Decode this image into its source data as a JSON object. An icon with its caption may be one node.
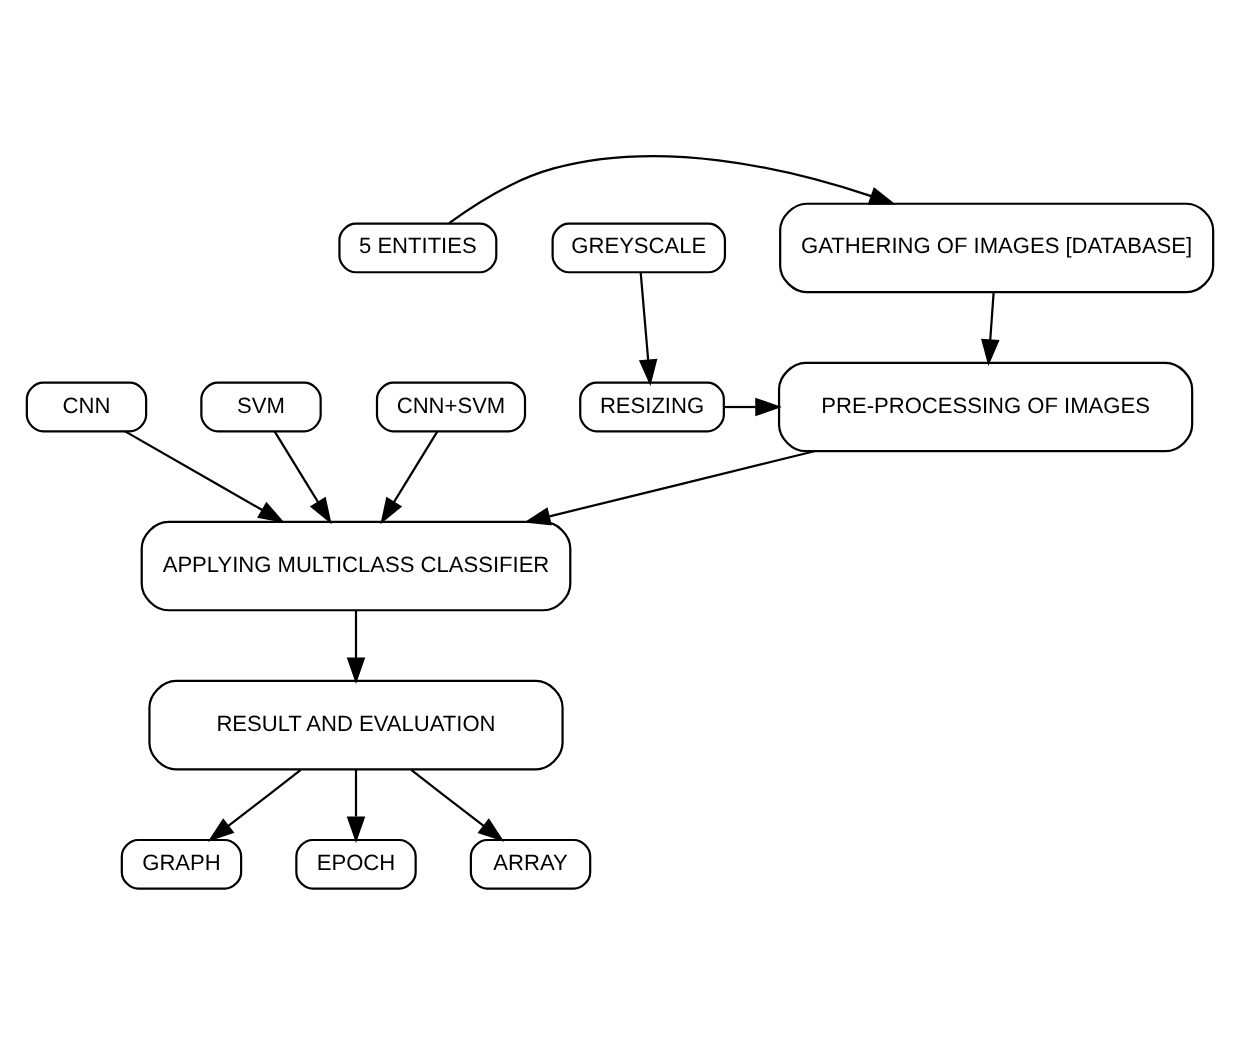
{
  "diagram": {
    "nodes": [
      {
        "text": [
          "5 ENTITIES"
        ]
      },
      {
        "text": [
          "GATHERING OF IMAGES [DATABASE]"
        ]
      },
      {
        "text": [
          "PRE-PROCESSING OF IMAGES"
        ]
      },
      {
        "text": [
          "RESIZING"
        ]
      },
      {
        "text": [
          "GREYSCALE"
        ]
      },
      {
        "text": [
          "CNN"
        ]
      },
      {
        "text": [
          "SVM"
        ]
      },
      {
        "text": [
          "CNN+SVM"
        ]
      },
      {
        "text": [
          "APPLYING MULTICLASS CLASSIFIER"
        ]
      },
      {
        "text": [
          "RESULT AND EVALUATION"
        ]
      },
      {
        "text": [
          "GRAPH"
        ]
      },
      {
        "text": [
          "EPOCH"
        ]
      },
      {
        "text": [
          "ARRAY"
        ]
      }
    ],
    "edges": [
      {
        "from": 0,
        "to": 1,
        "arrow": "to"
      },
      {
        "from": 1,
        "to": 2,
        "arrow": "to"
      },
      {
        "from": 3,
        "to": 2,
        "arrow": "to"
      },
      {
        "from": 4,
        "to": 3,
        "arrow": "to"
      },
      {
        "from": 2,
        "to": 8,
        "arrow": "to"
      },
      {
        "from": 5,
        "to": 8,
        "arrow": "to"
      },
      {
        "from": 6,
        "to": 8,
        "arrow": "to"
      },
      {
        "from": 7,
        "to": 8,
        "arrow": "to"
      },
      {
        "from": 8,
        "to": 9,
        "arrow": "to"
      },
      {
        "from": 9,
        "to": 10,
        "arrow": "to"
      },
      {
        "from": 9,
        "to": 11,
        "arrow": "to"
      },
      {
        "from": 9,
        "to": 12,
        "arrow": "to"
      }
    ]
  }
}
